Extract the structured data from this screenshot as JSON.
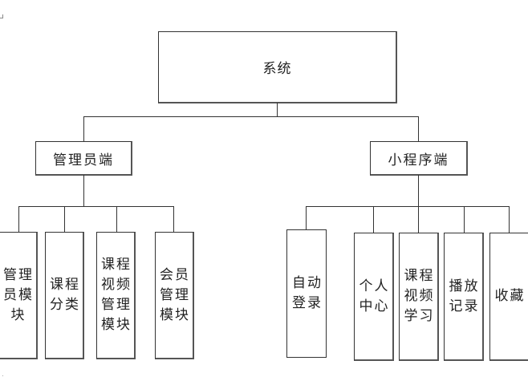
{
  "diagram": {
    "type": "hierarchy",
    "root": {
      "label": "系统"
    },
    "branches": [
      {
        "label": "管理员端",
        "children": [
          {
            "label": "管理员模块"
          },
          {
            "label": "课程分类"
          },
          {
            "label": "课程视频管理模块"
          },
          {
            "label": "会员管理模块"
          }
        ]
      },
      {
        "label": "小程序端",
        "children": [
          {
            "label": "自动登录"
          },
          {
            "label": "个人中心"
          },
          {
            "label": "课程视频学习"
          },
          {
            "label": "播放记录"
          },
          {
            "label": "收藏"
          }
        ]
      }
    ]
  }
}
